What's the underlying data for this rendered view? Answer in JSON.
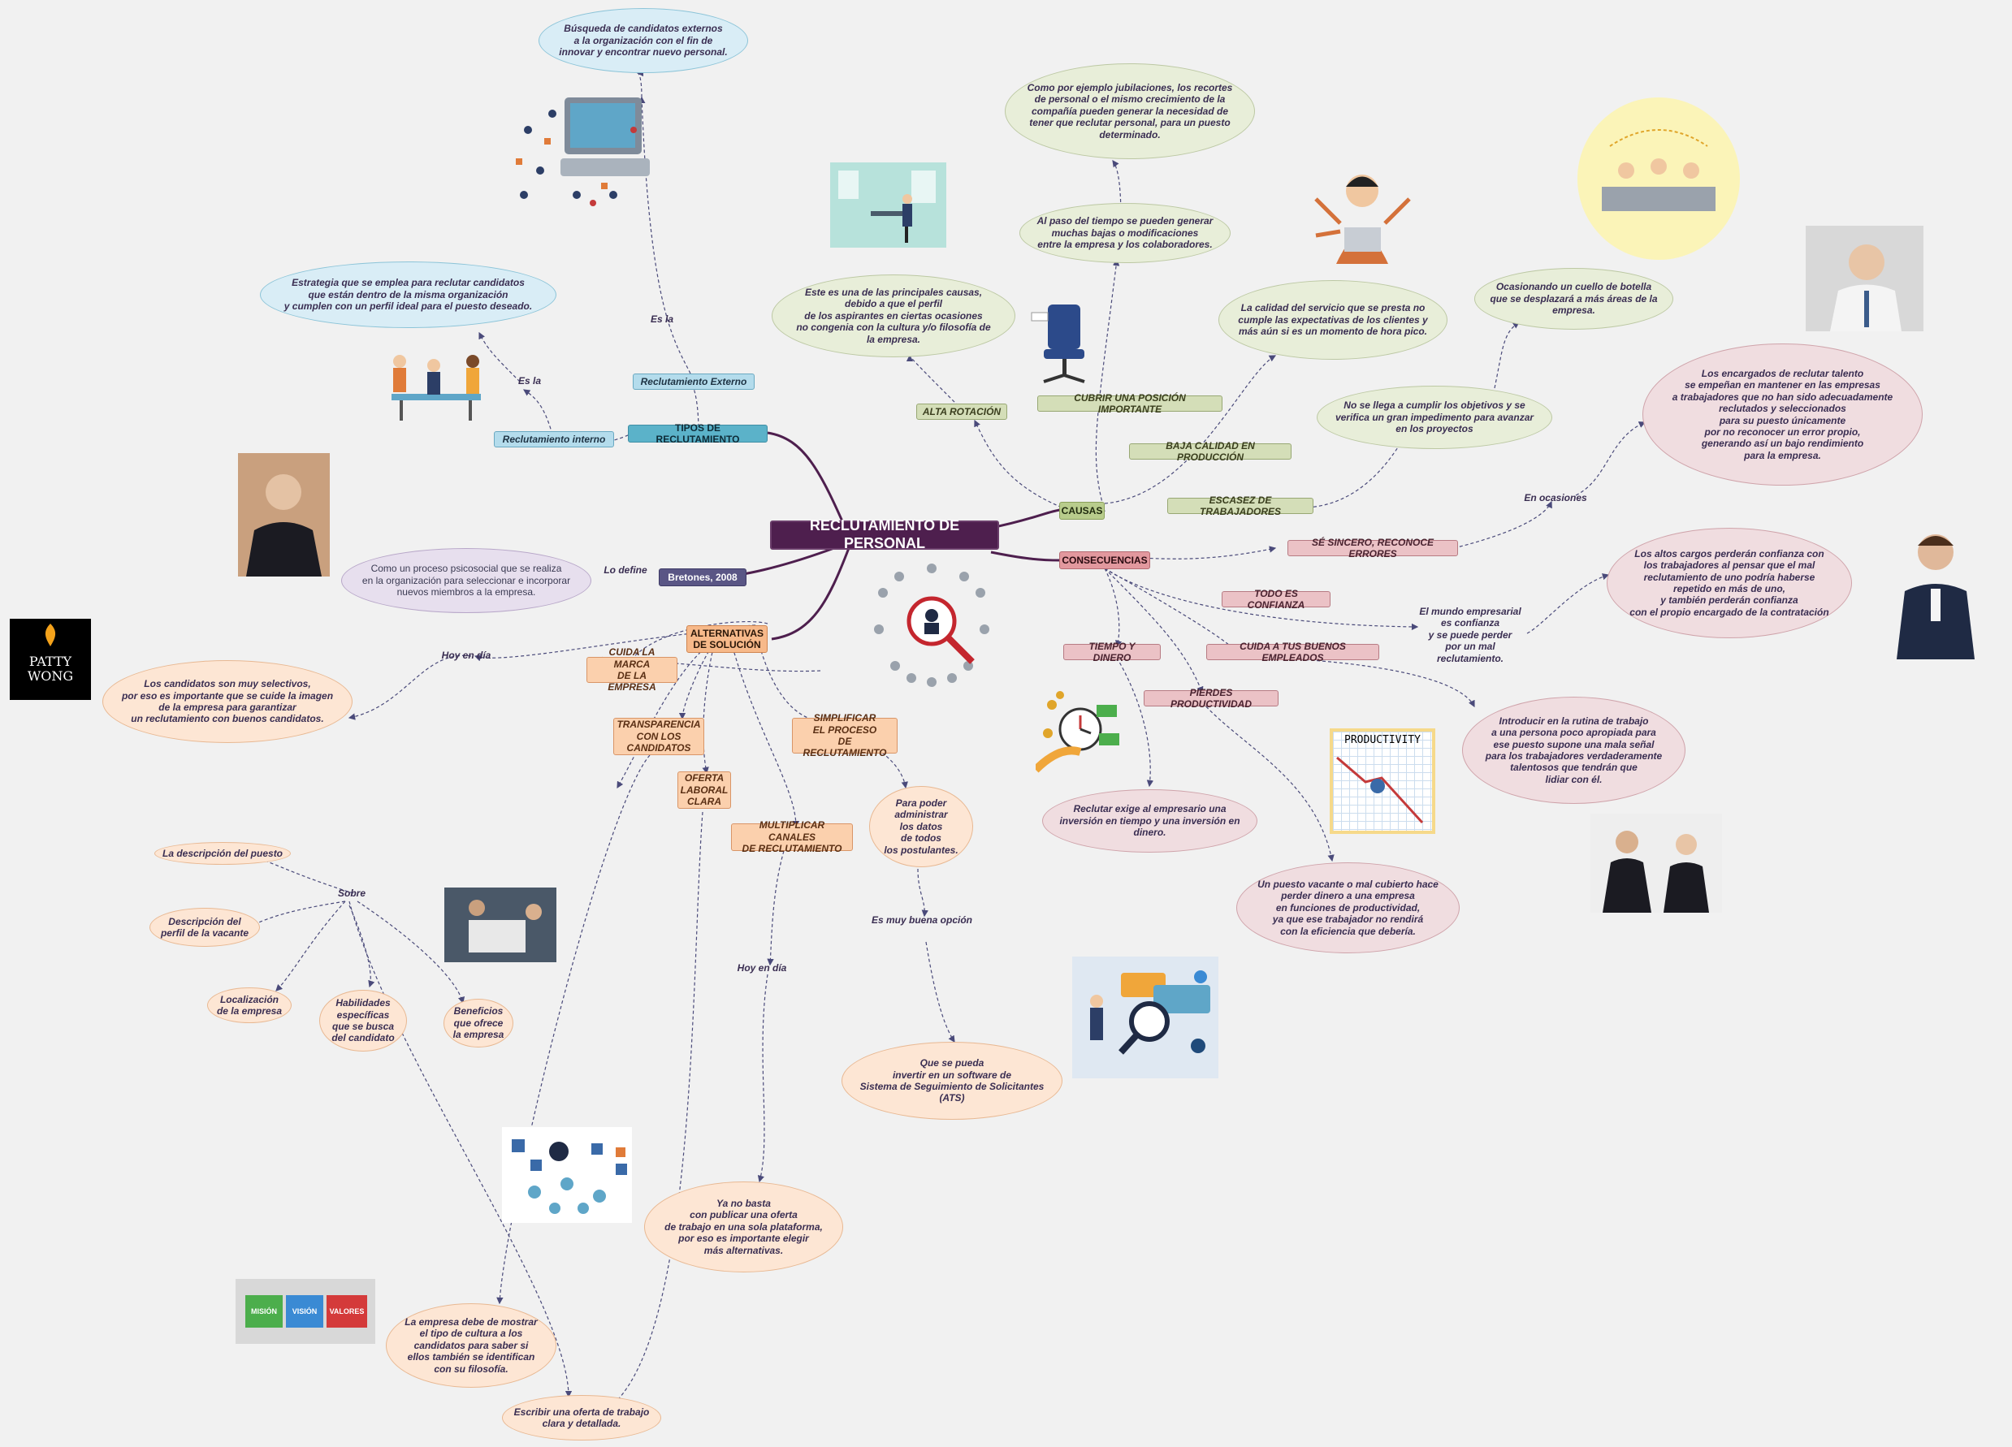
{
  "central": "RECLUTAMIENTO DE PERSONAL",
  "branches": {
    "tipos": "TIPOS DE RECLUTAMIENTO",
    "bretones": "Bretones, 2008",
    "alternativas": "ALTERNATIVAS\nDE SOLUCIÓN",
    "causas": "CAUSAS",
    "consecuencias": "CONSECUENCIAS"
  },
  "tipos": {
    "externo": "Reclutamiento Externo",
    "interno": "Reclutamiento interno",
    "es_la_1": "Es la",
    "es_la_2": "Es la",
    "externo_def": "Búsqueda de candidatos externos\na la organización con el fin de\ninnovar y encontrar nuevo personal.",
    "interno_def": "Estrategia que se emplea para reclutar candidatos\nque están dentro de la misma organización\ny cumplen con un perfil ideal para el puesto deseado."
  },
  "bretones": {
    "lo_define": "Lo define",
    "definicion": "Como un proceso psicosocial que se realiza\nen la organización para seleccionar e incorporar\nnuevos miembros a la empresa."
  },
  "causas": {
    "alta_rotacion": "ALTA ROTACIÓN",
    "alta_rotacion_def": "Este es una de las principales causas,\ndebido a que el perfil\nde los aspirantes en ciertas ocasiones\nno congenia con la cultura y/o filosofía de\nla empresa.",
    "cubrir": "CUBRIR UNA POSICIÓN IMPORTANTE",
    "cubrir_1": "Al paso del tiempo se pueden generar\nmuchas bajas o modificaciones\nentre la empresa y los colaboradores.",
    "cubrir_2": "Como por ejemplo jubilaciones, los recortes\nde personal o el mismo crecimiento de la\ncompañía pueden generar la necesidad de\ntener que reclutar personal, para un puesto\ndeterminado.",
    "baja_calidad": "BAJA CALIDAD EN PRODUCCIÓN",
    "baja_calidad_def": "La calidad del servicio que se presta no\ncumple las expectativas de los clientes y\nmás aún si es un momento de hora pico.",
    "escasez": "ESCASEZ DE TRABAJADORES",
    "escasez_1": "No se llega a cumplir los objetivos y se\nverifica un gran impedimento para avanzar\nen los proyectos",
    "escasez_2": "Ocasionando un cuello de botella\nque se desplazará a más áreas de la\nempresa."
  },
  "consecuencias": {
    "sincero": "SÉ SINCERO, RECONOCE ERRORES",
    "en_ocasiones": "En ocasiones",
    "sincero_def": "Los encargados de reclutar talento\nse empeñan en mantener en las empresas\na trabajadores que no han sido adecuadamente\nreclutados y seleccionados\npara su puesto únicamente\npor no reconocer un error propio,\ngenerando así un bajo rendimiento\npara la empresa.",
    "confianza": "TODO ES CONFIANZA",
    "confianza_1": "El mundo empresarial\nes confianza\ny se puede perder\npor un mal\nreclutamiento.",
    "confianza_2": "Los altos cargos perderán confianza con\nlos trabajadores al pensar que el mal\nreclutamiento de uno podría haberse\nrepetido en más de uno,\ny también perderán confianza\ncon el propio encargado de la contratación",
    "cuida": "CUIDA A TUS BUENOS EMPLEADOS",
    "cuida_def": "Introducir en la rutina de trabajo\na una persona poco apropiada para\nese puesto supone una mala señal\npara los trabajadores verdaderamente\ntalentosos que tendrán que\nlidiar con él.",
    "tiempo": "TIEMPO Y DINERO",
    "tiempo_def": "Reclutar exige al empresario una\ninversión en tiempo y una inversión en\ndinero.",
    "productividad": "PIERDES PRODUCTIVIDAD",
    "productividad_def": "Un puesto vacante o mal cubierto hace\nperder dinero a una empresa\nen funciones de productividad,\nya que ese trabajador no rendirá\ncon la eficiencia que debería."
  },
  "alternativas": {
    "marca": "CUIDA LA MARCA\nDE LA EMPRESA",
    "hoy_en_dia_1": "Hoy en día",
    "marca_def": "Los candidatos son muy selectivos,\npor eso es importante que se cuide la imagen\nde la empresa para garantizar\nun reclutamiento con buenos candidatos.",
    "transparencia": "TRANSPARENCIA\nCON LOS\nCANDIDATOS",
    "transparencia_def": "La empresa debe de mostrar\nel tipo de cultura a los\ncandidatos para saber si\nellos también se identifican\ncon su filosofía.",
    "oferta": "OFERTA\nLABORAL\nCLARA",
    "oferta_def": "Escribir una oferta de trabajo\nclara y detallada.",
    "sobre": "Sobre",
    "sobre_items": [
      "La descripción del puesto",
      "Descripción del\nperfil de la vacante",
      "Localización\nde la empresa",
      "Habilidades\nespecíficas\nque se busca\ndel candidato",
      "Beneficios\nque ofrece\nla empresa"
    ],
    "multiplicar": "MULTIPLICAR CANALES\nDE RECLUTAMIENTO",
    "hoy_en_dia_2": "Hoy en día",
    "multiplicar_def": "Ya no basta\ncon publicar una oferta\nde trabajo en una sola plataforma,\npor eso es importante elegir\nmás alternativas.",
    "simplificar": "SIMPLIFICAR\nEL PROCESO\nDE RECLUTAMIENTO",
    "simplificar_1": "Para poder\nadministrar\nlos datos\nde todos\nlos postulantes.",
    "buena_opcion": "Es muy buena opción",
    "simplificar_2": "Que se pueda\ninvertir en un software de\nSistema de Seguimiento de Solicitantes\n(ATS)"
  },
  "image_labels": {
    "logo_line1": "PATTY",
    "logo_line2": "WONG",
    "productivity": "PRODUCTIVITY",
    "mision": "MISIÓN",
    "vision": "VISIÓN",
    "valores": "VALORES"
  },
  "colors": {
    "central": "#4e1f4e",
    "branch_line": "#4e1f4e",
    "tipos_tag": "#5bb2c9",
    "bretones_tag": "#5a5685",
    "alternativas_tag": "#f7b98a",
    "causas_tag": "#b8cc8c",
    "consecuencias_tag": "#e2989e",
    "link": "#4a4a7a"
  }
}
